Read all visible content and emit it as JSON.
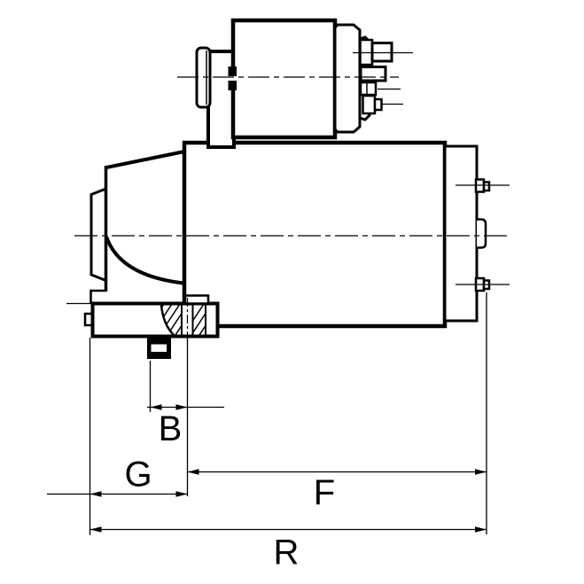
{
  "drawing": {
    "kind": "technical-line-drawing",
    "subject": "starter-motor-side-view",
    "colors": {
      "line": "#000000",
      "background": "#ffffff"
    },
    "dimensions": {
      "b": {
        "label": "B"
      },
      "g": {
        "label": "G"
      },
      "f": {
        "label": "F"
      },
      "r": {
        "label": "R"
      }
    }
  }
}
